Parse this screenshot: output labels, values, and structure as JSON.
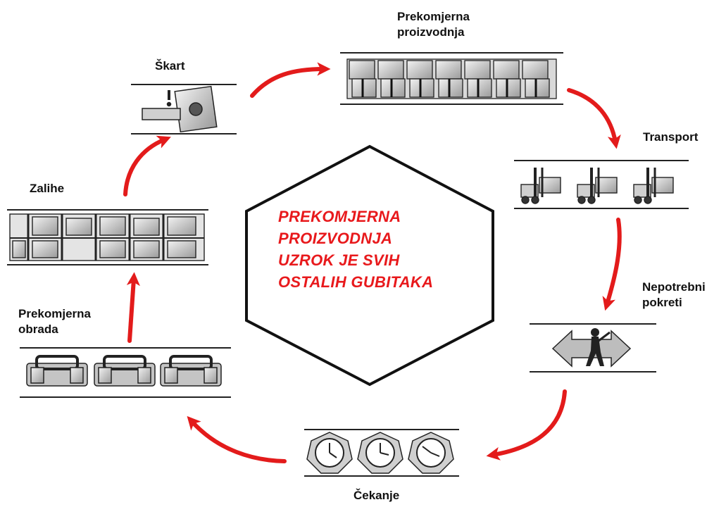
{
  "colors": {
    "arrow": "#e31b1b",
    "center_text": "#e8191c",
    "ink": "#1a1a1a"
  },
  "center": {
    "icon": "hexagon-outline",
    "lines": [
      "PREKOMJERNA",
      "PROIZVODNJA",
      "UZROK JE SVIH",
      "OSTALIH GUBITAKA"
    ]
  },
  "wastes": [
    {
      "id": "prekomjerna-proizvodnja",
      "label_lines": [
        "Prekomjerna",
        "proizvodnja"
      ],
      "icon": "stacked-boxes-conveyor-icon"
    },
    {
      "id": "transport",
      "label_lines": [
        "Transport"
      ],
      "icon": "forklift-icon"
    },
    {
      "id": "nepotrebni-pokreti",
      "label_lines": [
        "Nepotrebni",
        "pokreti"
      ],
      "icon": "walking-worker-arrows-icon"
    },
    {
      "id": "cekanje",
      "label_lines": [
        "Čekanje"
      ],
      "icon": "clock-icon"
    },
    {
      "id": "prekomjerna-obrada",
      "label_lines": [
        "Prekomjerna",
        "obrada"
      ],
      "icon": "clamp-part-icon"
    },
    {
      "id": "zalihe",
      "label_lines": [
        "Zalihe"
      ],
      "icon": "warehouse-shelves-icon"
    },
    {
      "id": "skart",
      "label_lines": [
        "Škart"
      ],
      "icon": "defective-part-icon"
    }
  ]
}
